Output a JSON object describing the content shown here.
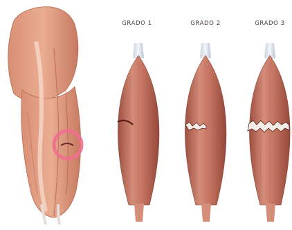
{
  "grades": [
    {
      "label": "GRADO 1",
      "tear": "small"
    },
    {
      "label": "GRADO 2",
      "tear": "partial"
    },
    {
      "label": "GRADO 3",
      "tear": "complete"
    }
  ],
  "colors": {
    "muscle": "#c97e6c",
    "muscle_dark": "#a9584a",
    "muscle_light": "#e5ab98",
    "tendon": "#e8edf4",
    "highlight_ring": "#ef6f8f"
  }
}
